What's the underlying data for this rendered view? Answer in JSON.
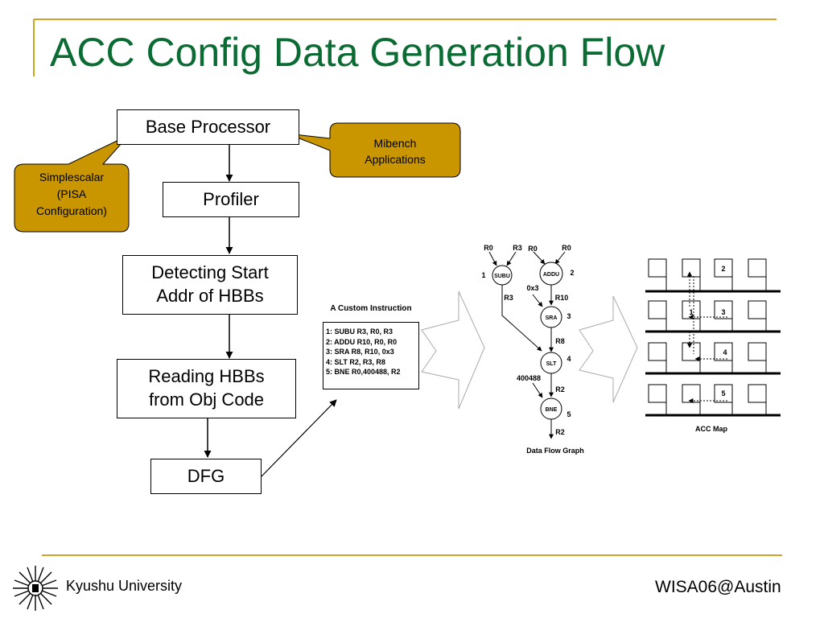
{
  "slide": {
    "title": "ACC Config Data Generation Flow",
    "footer_left": "Kyushu University",
    "footer_right": "WISA06@Austin",
    "accent_color": "#d1a226",
    "title_color": "#0a6b33",
    "callout_color": "#c99600",
    "logo_icon": "kyushu-university-logo"
  },
  "flow": {
    "base_processor": "Base Processor",
    "profiler": "Profiler",
    "detect_line1": "Detecting Start",
    "detect_line2": "Addr of HBBs",
    "reading_line1": "Reading HBBs",
    "reading_line2": "from Obj Code",
    "dfg": "DFG"
  },
  "callouts": {
    "simplescalar": [
      "Simplescalar",
      "(PISA",
      "Configuration)"
    ],
    "mibench": [
      "Mibench",
      "Applications"
    ]
  },
  "custom_instruction": {
    "title": "A Custom Instruction",
    "lines": [
      "1: SUBU R3, R0, R3",
      "2: ADDU R10, R0, R0",
      "3: SRA R8, R10, 0x3",
      "4: SLT  R2, R3, R8",
      "5: BNE R0,400488, R2"
    ]
  },
  "dfg": {
    "caption": "Data Flow Graph",
    "nodes": [
      {
        "op": "SUBU",
        "num": "1"
      },
      {
        "op": "ADDU",
        "num": "2"
      },
      {
        "op": "SRA",
        "num": "3"
      },
      {
        "op": "SLT",
        "num": "4"
      },
      {
        "op": "BNE",
        "num": "5"
      }
    ],
    "labels": {
      "subu_in1": "R0",
      "subu_in2": "R3",
      "addu_in1": "R0",
      "addu_in2": "R0",
      "subu_out": "R3",
      "sra_imm": "0x3",
      "addu_out": "R10",
      "sra_out": "R8",
      "bne_imm": "400488",
      "slt_out": "R2",
      "bne_out": "R2"
    }
  },
  "acc_map": {
    "caption": "ACC Map",
    "cell_labels": [
      "2",
      "1",
      "3",
      "4",
      "5"
    ]
  }
}
